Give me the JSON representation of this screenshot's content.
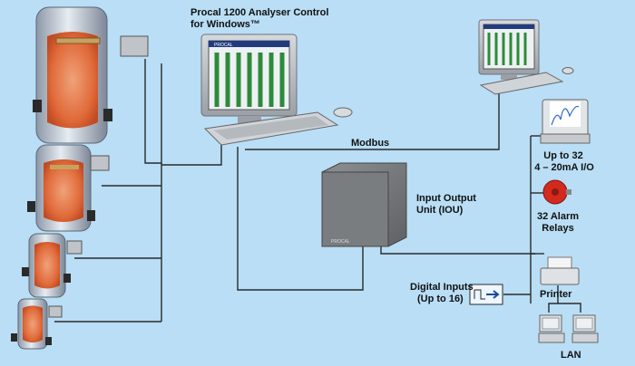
{
  "labels": {
    "title_line1": "Procal 1200 Analyser Control",
    "title_line2": "for Windows™",
    "modbus": "Modbus",
    "iou_line1": "Input Output",
    "iou_line2": "Unit (IOU)",
    "io_line1": "Up to 32",
    "io_line2": "4 – 20mA I/O",
    "alarm_line1": "32 Alarm",
    "alarm_line2": "Relays",
    "digital_line1": "Digital Inputs",
    "digital_line2": "(Up to 16)",
    "printer": "Printer",
    "lan": "LAN"
  },
  "branding": {
    "screen_logo": "PROCAL",
    "iou_logo": "PROCAL"
  },
  "icons": [
    "stack-analyser-icon",
    "monitor-icon",
    "keyboard-icon",
    "mouse-icon",
    "iou-cabinet-icon",
    "chart-recorder-icon",
    "alarm-bell-icon",
    "printer-icon",
    "digital-input-icon",
    "lan-computer-icon"
  ],
  "colors": {
    "background": "#b9def6",
    "wire": "#2a2a2a",
    "flame": "#e06a3a",
    "iou": "#7a7d80",
    "alarm": "#d42a1e"
  }
}
